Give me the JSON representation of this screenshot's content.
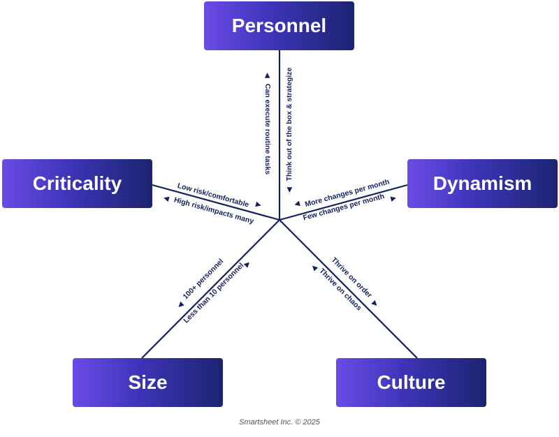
{
  "nodes": {
    "personnel": "Personnel",
    "criticality": "Criticality",
    "dynamism": "Dynamism",
    "size": "Size",
    "culture": "Culture"
  },
  "axis_labels": {
    "personnel": [
      "Can execute routine tasks",
      "Think out of the box & strategize"
    ],
    "criticality": [
      "Low risk/comfortable",
      "High risk/impacts many"
    ],
    "dynamism": [
      "More changes per month",
      "Few changes per month"
    ],
    "size": [
      "100+ personnel",
      "Less than 10 personnel"
    ],
    "culture": [
      "Thrive on order",
      "Thrive on chaos"
    ]
  },
  "colors": {
    "line": "#13205e",
    "box_start": "#6b4be6",
    "box_end": "#1b2470"
  },
  "footer": "Smartsheet Inc. © 2025"
}
